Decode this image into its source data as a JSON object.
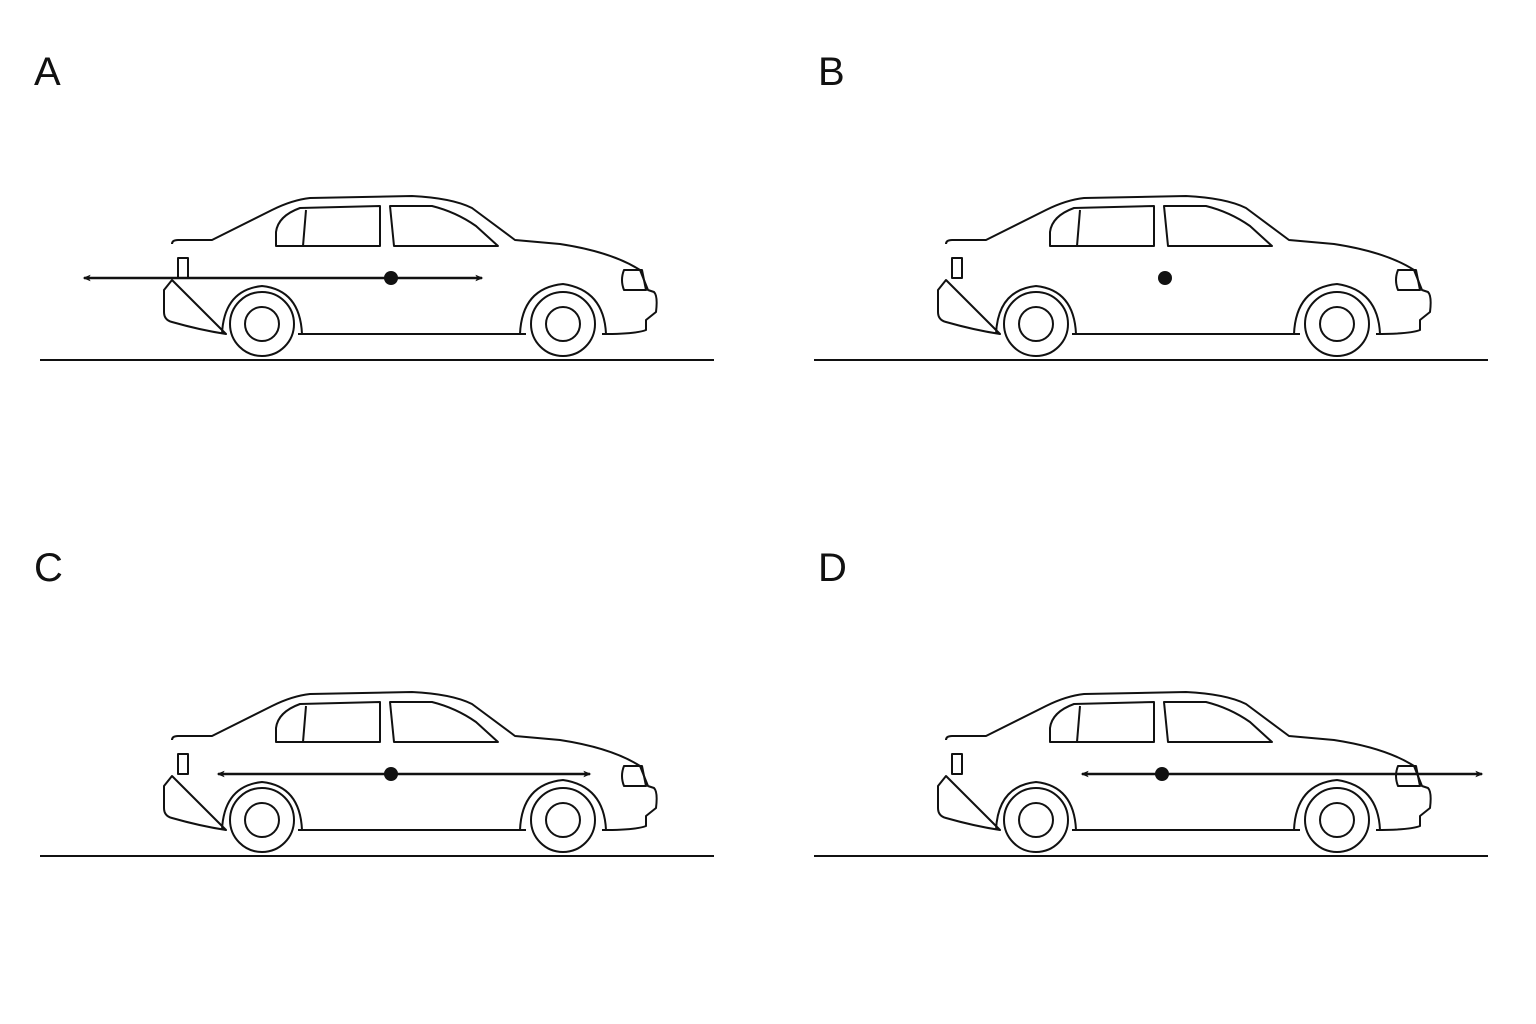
{
  "colors": {
    "stroke": "#111111",
    "background": "#ffffff"
  },
  "panels": [
    {
      "label": "A",
      "center_dot": true,
      "arrow": "extends-rear"
    },
    {
      "label": "B",
      "center_dot": true,
      "arrow": "none"
    },
    {
      "label": "C",
      "center_dot": true,
      "arrow": "within-car"
    },
    {
      "label": "D",
      "center_dot": true,
      "arrow": "extends-front"
    }
  ]
}
